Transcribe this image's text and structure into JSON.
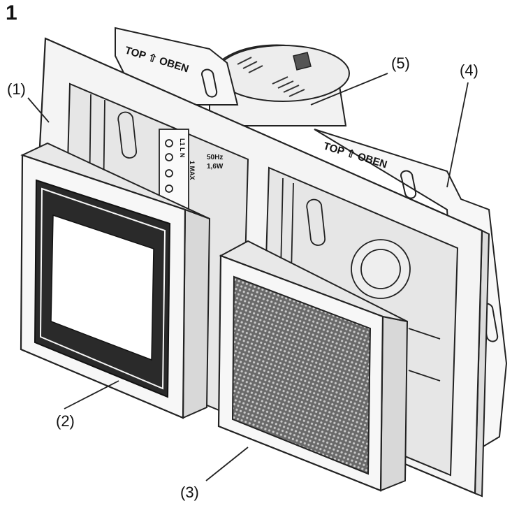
{
  "figure": {
    "number": "1"
  },
  "callouts": [
    {
      "id": "frame",
      "label": "(1)"
    },
    {
      "id": "display",
      "label": "(2)"
    },
    {
      "id": "speaker",
      "label": "(3)"
    },
    {
      "id": "mounting-plate",
      "label": "(4)"
    },
    {
      "id": "flush-box",
      "label": "(5)"
    }
  ],
  "plate_markings": {
    "top_left": "TOP ⇧ OBEN",
    "top_right": "TOP ⇧ OBEN"
  },
  "rating": {
    "frequency": "50Hz",
    "power": "1,6W"
  },
  "terminals": {
    "left_column": "L1 L N",
    "right_column": "1 MAX"
  }
}
